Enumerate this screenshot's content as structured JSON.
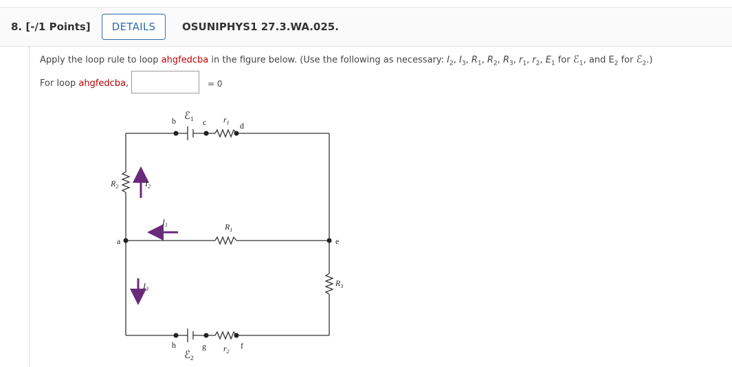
{
  "question": {
    "number_points": "8. [-/1 Points]",
    "details_label": "DETAILS",
    "code": "OSUNIPHYS1 27.3.WA.025."
  },
  "instructions": {
    "part1": "Apply the loop rule to loop ",
    "loop_name": "ahgfedcba",
    "part2": " in the figure below. (Use the following as necessary: ",
    "vars": [
      "I",
      "2",
      ", I",
      "3",
      ", R",
      "1",
      ", R",
      "2",
      ", R",
      "3",
      ", r",
      "1",
      ", r",
      "2",
      ", E",
      "1"
    ],
    "for1": " for ",
    "emf_symbol": "ℰ",
    "sub1": "1",
    "and": ", and E",
    "sub_e2": "2",
    "for2": " for ",
    "sub2": "2",
    "end": ".)"
  },
  "answer_line": {
    "prefix": "For loop ",
    "loop_name": "ahgfedcba",
    "comma": ",",
    "value": "",
    "equals": "= 0"
  },
  "figure": {
    "nodes": [
      "a",
      "b",
      "c",
      "d",
      "e",
      "f",
      "g",
      "h"
    ],
    "labels": {
      "E1": "ℰ",
      "E1_sub": "1",
      "E2": "ℰ",
      "E2_sub": "2",
      "r1": "r",
      "r1_sub": "1",
      "r2": "r",
      "r2_sub": "2",
      "R1": "R",
      "R1_sub": "1",
      "R2": "R",
      "R2_sub": "2",
      "R3": "R",
      "R3_sub": "3",
      "I1": "I",
      "I1_sub": "1",
      "I2": "I",
      "I2_sub": "2",
      "I3": "I",
      "I3_sub": "3"
    },
    "arrow_color": "#6a2a7a"
  }
}
